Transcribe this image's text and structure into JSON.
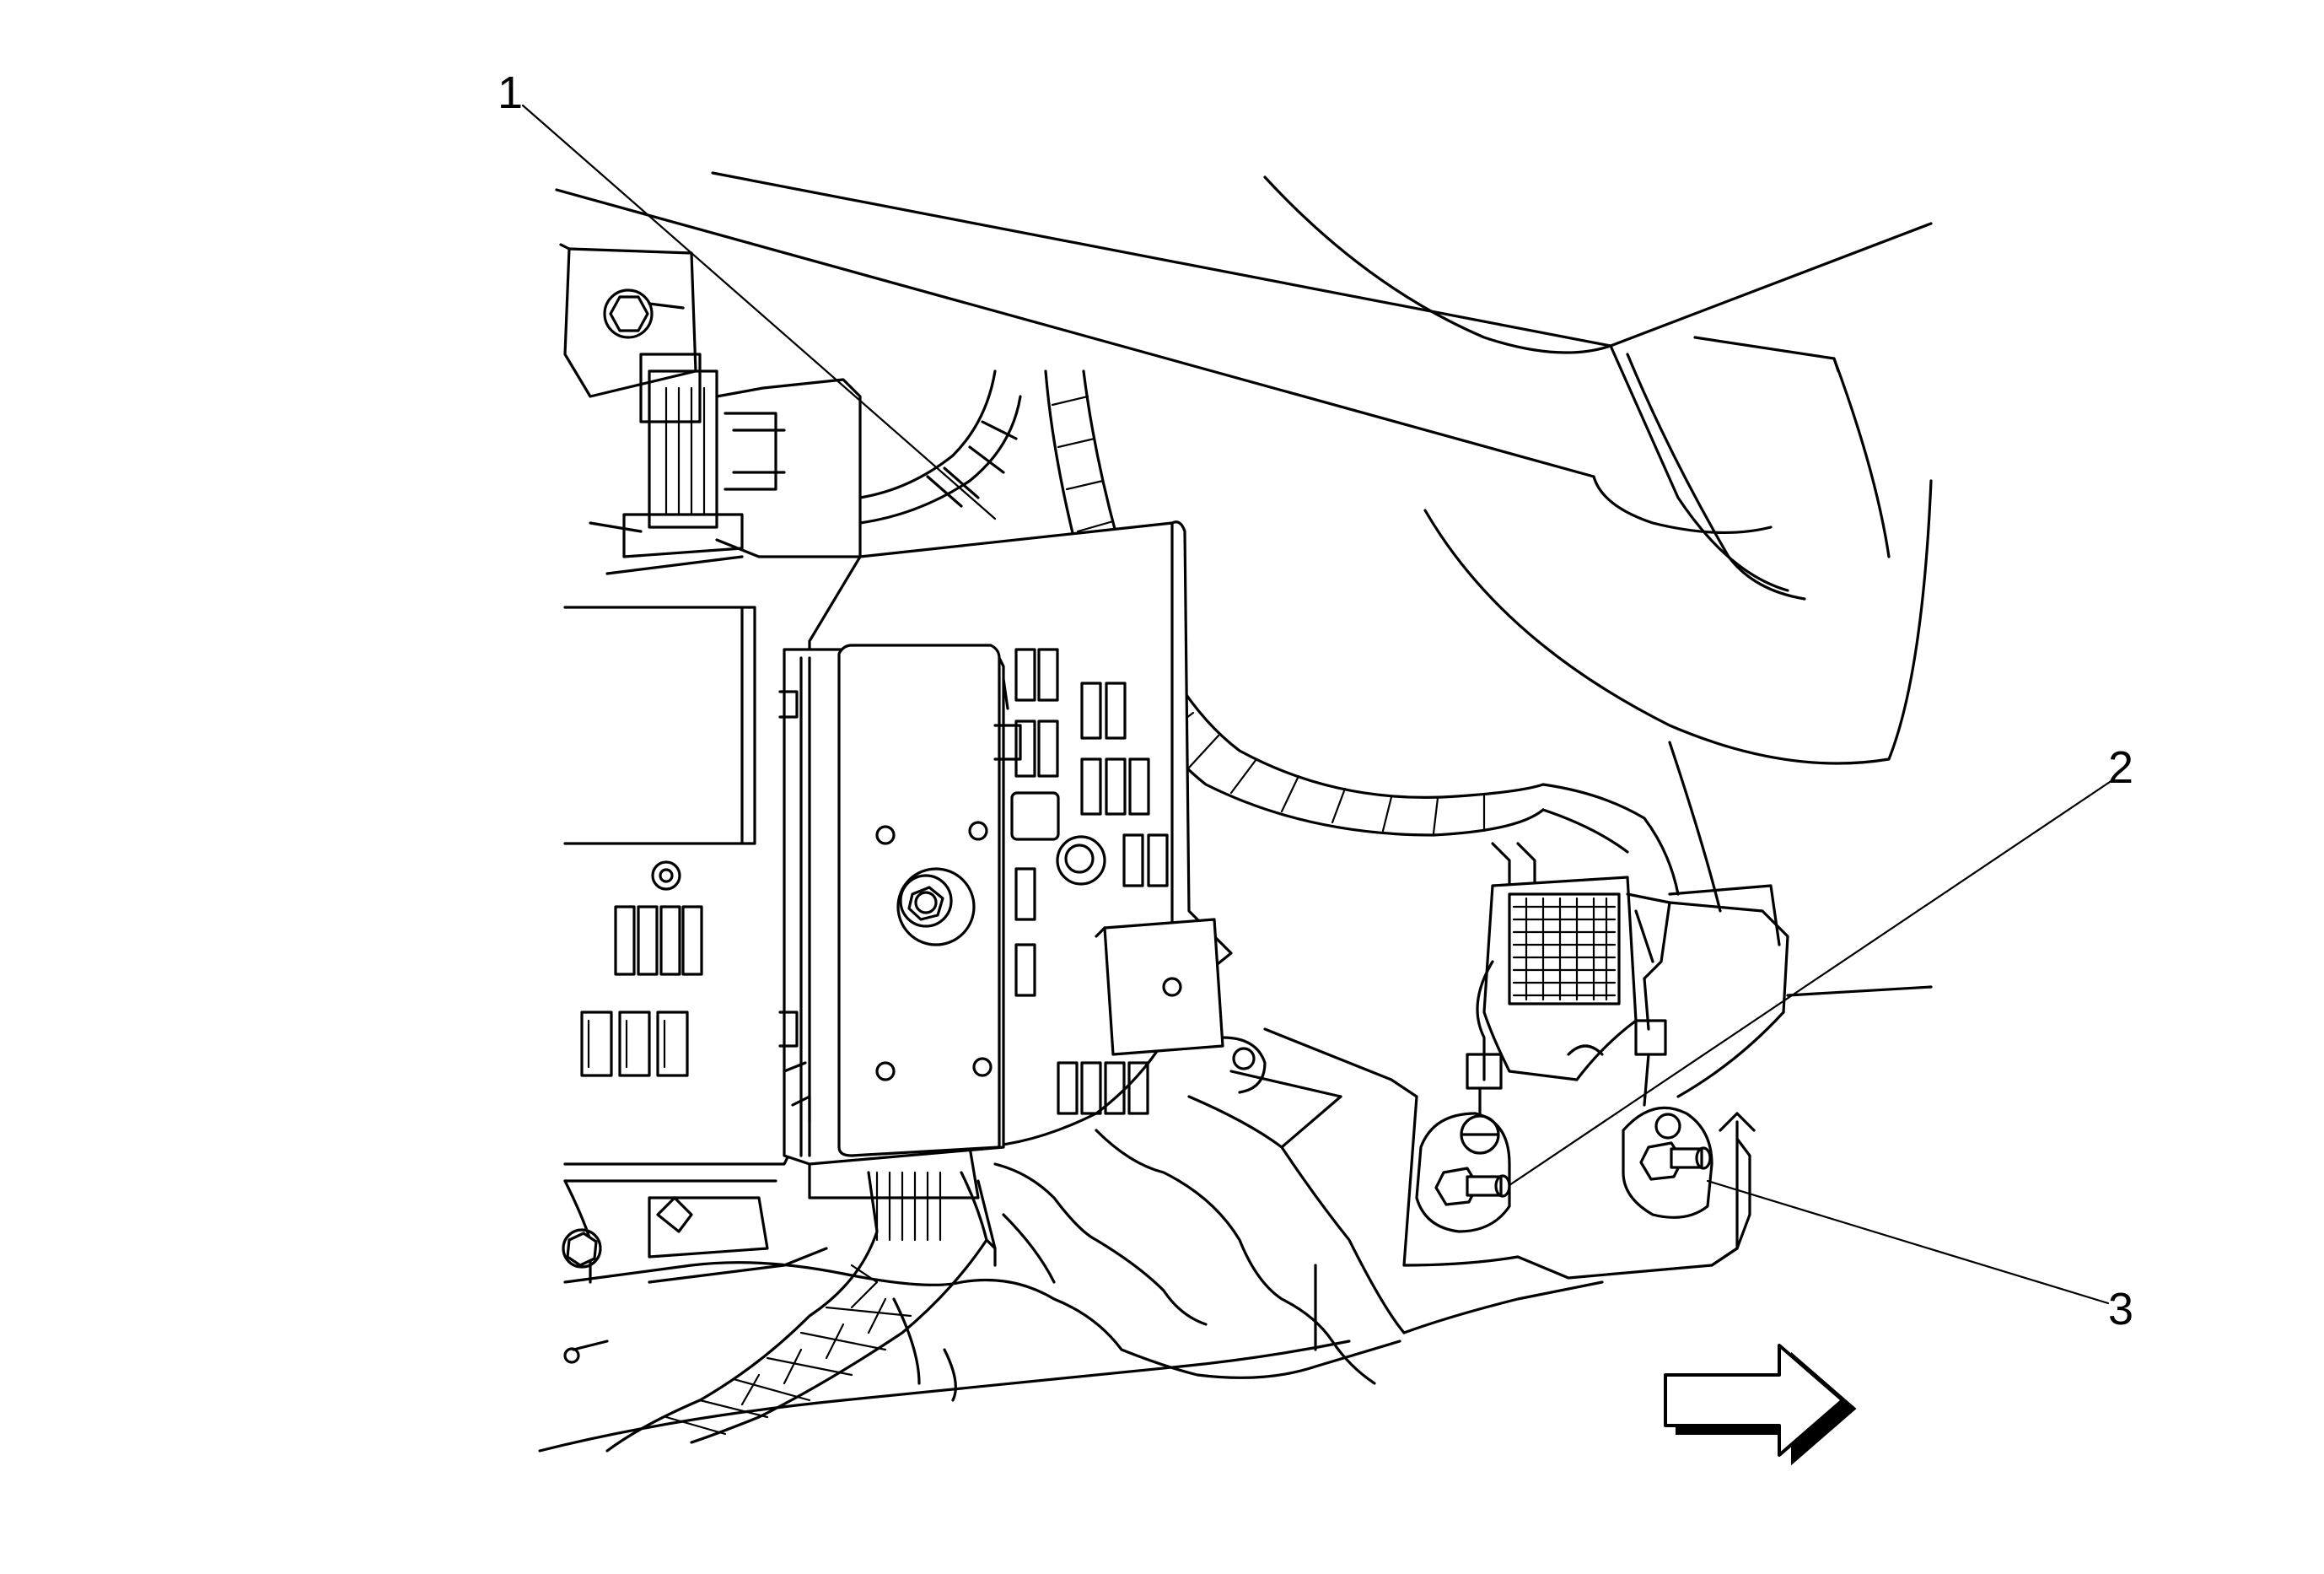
{
  "callouts": [
    {
      "id": "1",
      "label": "1"
    },
    {
      "id": "2",
      "label": "2"
    },
    {
      "id": "3",
      "label": "3"
    }
  ],
  "direction_arrow": {
    "direction": "right"
  },
  "colors": {
    "line": "#000000",
    "background": "#ffffff",
    "arrow_fill": "#ffffff"
  }
}
